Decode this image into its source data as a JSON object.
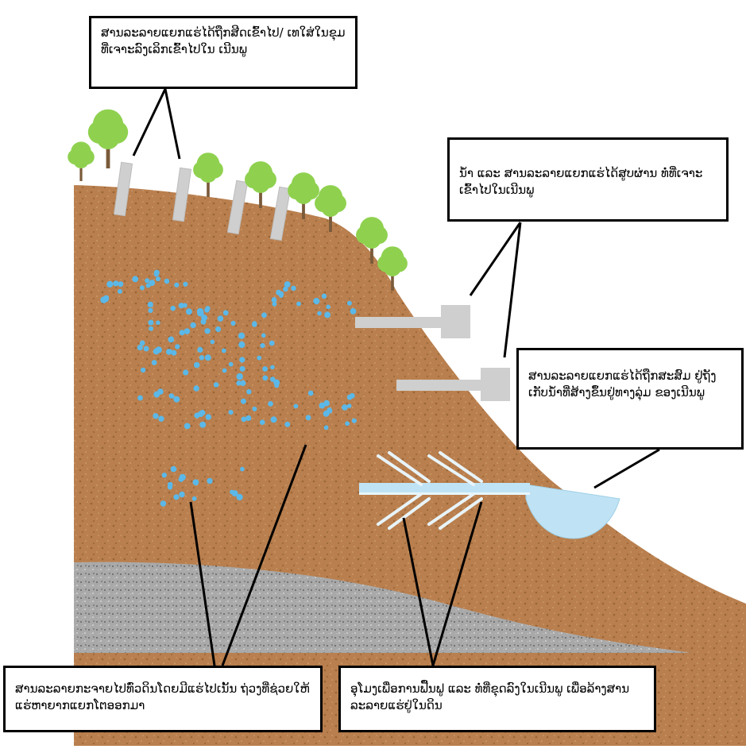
{
  "callouts": {
    "top": "ສານລະລາຍແຍກແຮ່ໄດ້ຖືກສີດເຂົ້າໄປ/ ເທໃສ່ໃນຂຸມທີ່ເຈາະລົງເລິກເຂົ້າໄປໃນ ເນີນພູ",
    "wells": "ນ້ຳ ແລະ ສານລະລາຍແຍກແຮ່ໄດ້ສູບຜ່ານ ທໍ່ທີ່ເຈາະເຂົ້າໄປໃນເນີນພູ",
    "pond": "ສານລະລາຍແຍກແຮ່ໄດ້ຖືກສະສົມ ຢູ່ຖັງເກັບນ້ຳທີ່ສ້າງຂຶ້ນຢູ່ທາງລຸ່ມ ຂອງເນີນພູ",
    "spread": "ສານລະລາຍກະຈາຍໄປທົ່ວດິນໂດຍມີແຮ່ໄປເນັ້ນ ຖ່ວງທີ່ຊ່ວຍໃຫ້ແຮ່ຫາຍາກແຍກໂຕອອກມາ",
    "pipes": "ອຸໂມງເພື່ອການຟື້ນຟູ ແລະ ທໍ່ທີ່ຂຸດລົງໃນເນີນພູ ເພື່ອລ້າງສານລະລາຍແຮ່ຢູ່ໃນດິນ"
  },
  "colors": {
    "soil": "#b97f4e",
    "soil_speck": "#9a6536",
    "gravel": "#a9a9a9",
    "gravel_speck": "#6e6e6e",
    "droplet": "#5bb8e8",
    "water": "#bfe3f4",
    "pipe": "#cfcfcf",
    "tree_leaf": "#8fd14f",
    "tree_trunk": "#7a5a3a",
    "line": "#000000"
  }
}
